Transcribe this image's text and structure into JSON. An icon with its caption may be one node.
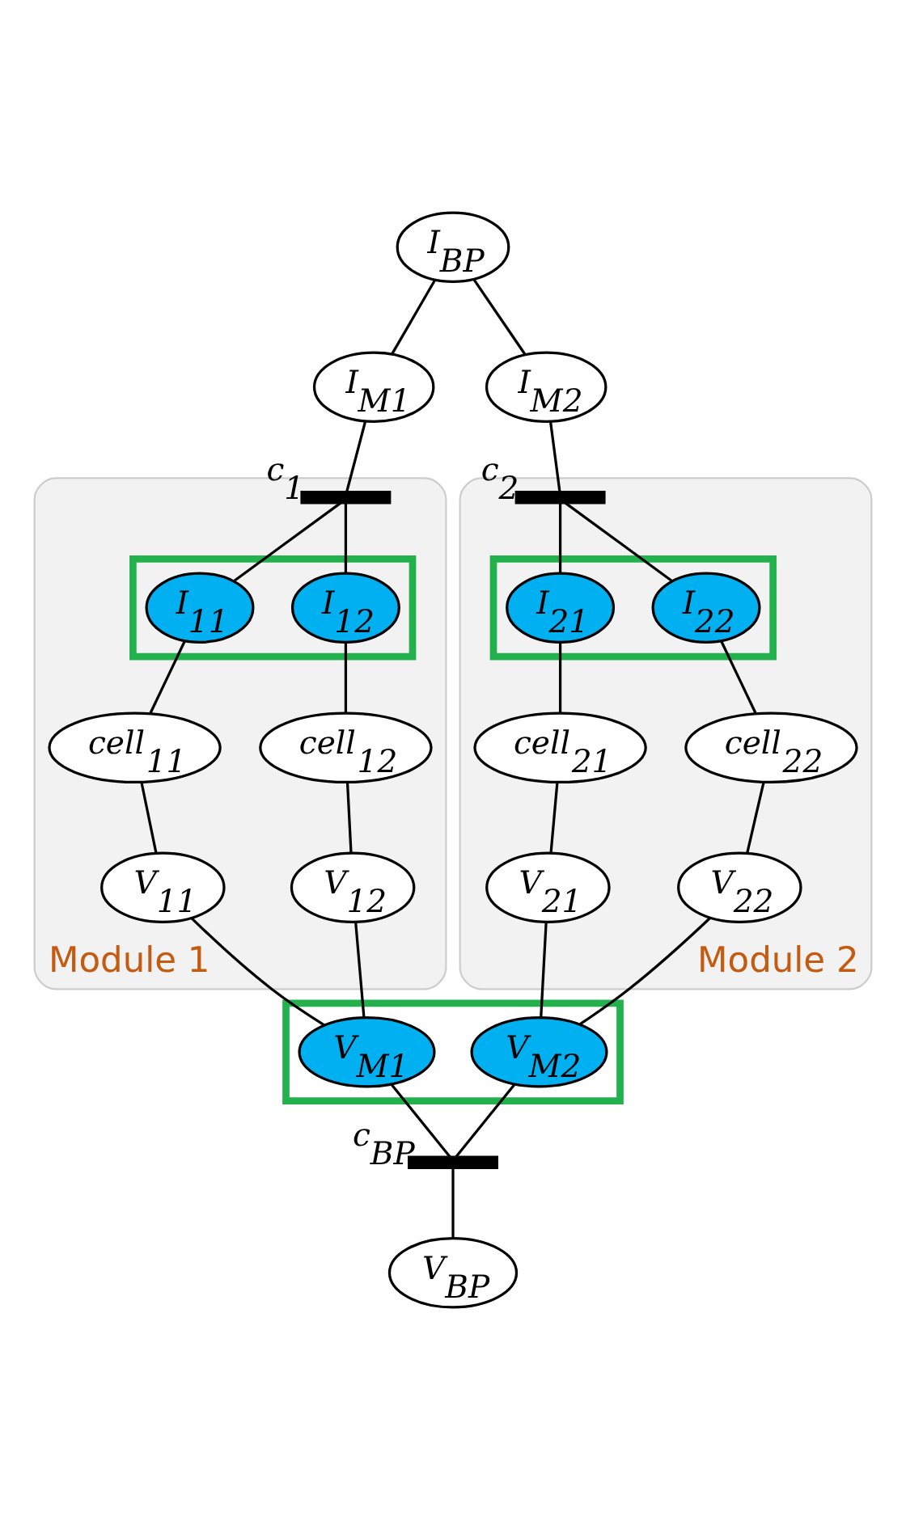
{
  "diagram": {
    "nodes": [
      {
        "text": [
          "I$_{BP}$"
        ]
      },
      {
        "text": [
          "I$_{M1}$"
        ]
      },
      {
        "text": [
          "I$_{M2}$"
        ]
      },
      {
        "text": [
          "Module 1"
        ]
      },
      {
        "text": [],
        "shape": "bar",
        "in": 3,
        "beside": [
          "c$_{1}$"
        ]
      },
      {
        "text": [],
        "shape": "box",
        "in": 3
      },
      {
        "text": [
          "I$_{11}$"
        ],
        "in": 5
      },
      {
        "text": [
          "I$_{12}$"
        ],
        "in": 5
      },
      {
        "text": [
          "cell$_{11}$"
        ],
        "in": 3
      },
      {
        "text": [
          "cell$_{12}$"
        ],
        "in": 3
      },
      {
        "text": [
          "V$_{11}$"
        ],
        "in": 3
      },
      {
        "text": [
          "V$_{12}$"
        ],
        "in": 3
      },
      {
        "text": [
          "Module 2"
        ]
      },
      {
        "text": [],
        "shape": "bar",
        "in": 12,
        "beside": [
          "c$_{2}$"
        ]
      },
      {
        "text": [],
        "shape": "box",
        "in": 12
      },
      {
        "text": [
          "I$_{21}$"
        ],
        "in": 14
      },
      {
        "text": [
          "I$_{22}$"
        ],
        "in": 14
      },
      {
        "text": [
          "cell$_{21}$"
        ],
        "in": 12
      },
      {
        "text": [
          "cell$_{22}$"
        ],
        "in": 12
      },
      {
        "text": [
          "V$_{21}$"
        ],
        "in": 12
      },
      {
        "text": [
          "V$_{22}$"
        ],
        "in": 12
      },
      {
        "text": [],
        "shape": "box"
      },
      {
        "text": [
          "V$_{M1}$"
        ],
        "in": 21
      },
      {
        "text": [
          "V$_{M2}$"
        ],
        "in": 21
      },
      {
        "text": [],
        "shape": "bar",
        "beside": [
          "c$_{BP}$"
        ]
      },
      {
        "text": [
          "V$_{BP}$"
        ]
      }
    ],
    "edges": [
      {
        "from": 0,
        "to": 1,
        "arrow": "none"
      },
      {
        "from": 0,
        "to": 2,
        "arrow": "none"
      },
      {
        "from": 1,
        "to": 4,
        "arrow": "none"
      },
      {
        "from": 4,
        "to": 6,
        "arrow": "none"
      },
      {
        "from": 4,
        "to": 7,
        "arrow": "none"
      },
      {
        "from": 6,
        "to": 8,
        "arrow": "none"
      },
      {
        "from": 7,
        "to": 9,
        "arrow": "none"
      },
      {
        "from": 8,
        "to": 10,
        "arrow": "none"
      },
      {
        "from": 9,
        "to": 11,
        "arrow": "none"
      },
      {
        "from": 10,
        "to": 22,
        "arrow": "none"
      },
      {
        "from": 11,
        "to": 22,
        "arrow": "none"
      },
      {
        "from": 2,
        "to": 13,
        "arrow": "none"
      },
      {
        "from": 13,
        "to": 15,
        "arrow": "none"
      },
      {
        "from": 13,
        "to": 16,
        "arrow": "none"
      },
      {
        "from": 15,
        "to": 17,
        "arrow": "none"
      },
      {
        "from": 16,
        "to": 18,
        "arrow": "none"
      },
      {
        "from": 17,
        "to": 19,
        "arrow": "none"
      },
      {
        "from": 18,
        "to": 20,
        "arrow": "none"
      },
      {
        "from": 19,
        "to": 23,
        "arrow": "none"
      },
      {
        "from": 20,
        "to": 23,
        "arrow": "none"
      },
      {
        "from": 22,
        "to": 24,
        "arrow": "none"
      },
      {
        "from": 23,
        "to": 24,
        "arrow": "none"
      },
      {
        "from": 24,
        "to": 25,
        "arrow": "none"
      }
    ]
  }
}
